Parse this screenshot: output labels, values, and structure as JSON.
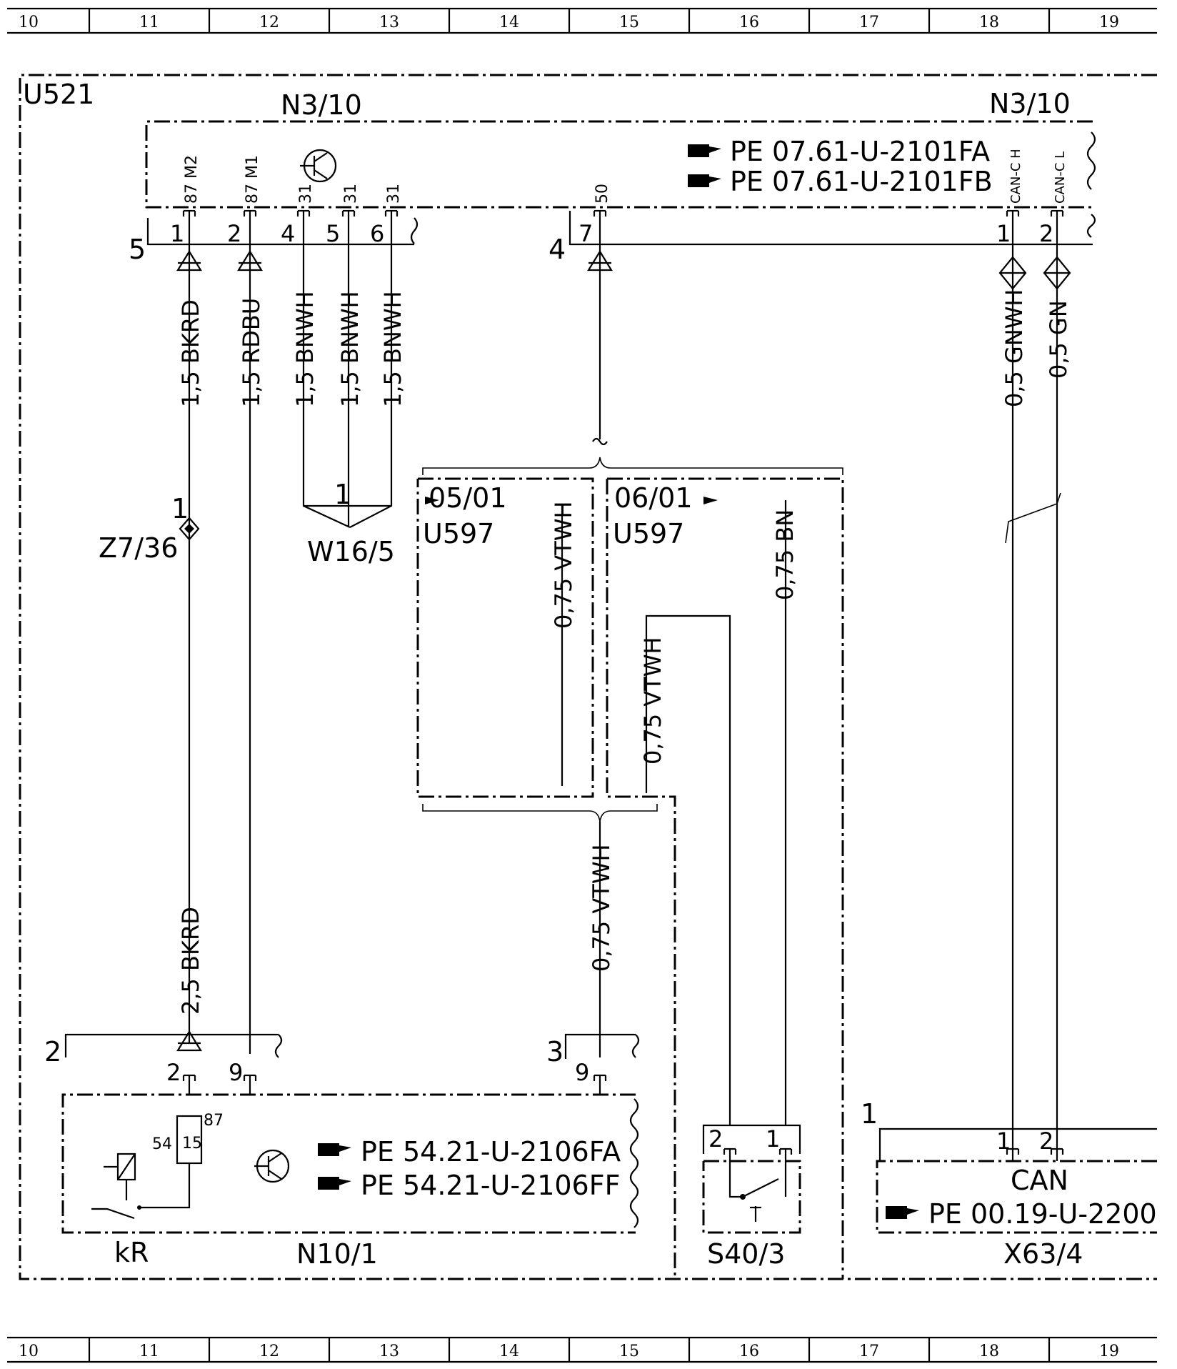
{
  "grid_columns": [
    "10",
    "11",
    "12",
    "13",
    "14",
    "15",
    "16",
    "17",
    "18",
    "19"
  ],
  "frame_label": "U521",
  "top_module": {
    "label_left": "N3/10",
    "label_right": "N3/10",
    "ref_a": "PE  07.61-U-2101FA",
    "ref_b": "PE  07.61-U-2101FB",
    "pin_names": [
      "87 M2",
      "87 M1",
      "31",
      "31",
      "31",
      "50",
      "CAN-C H",
      "CAN-C L"
    ],
    "pin_nums": [
      "1",
      "2",
      "4",
      "5",
      "6",
      "7",
      "1",
      "2"
    ],
    "group_5": "5",
    "group_4": "4"
  },
  "wires": {
    "w1": "1,5  BKRD",
    "w2": "1,5  RDBU",
    "w3": "1,5  BNWH",
    "w4": "1,5  BNWH",
    "w5": "1,5  BNWH",
    "can_h": "0,5  GNWH",
    "can_l": "0,5  GN",
    "w_bottom_bkrd": "2,5  BKRD",
    "vtwh_a": "0,75  VTWH",
    "vtwh_b": "0,75  VTWH",
    "vtwh_c": "0,75  VTWH",
    "bn": "0,75  BN"
  },
  "splice": {
    "pin": "1",
    "label": "Z7/36"
  },
  "ground": {
    "pin": "1",
    "label": "W16/5"
  },
  "u597_left": {
    "ref": "05/01",
    "label": "U597"
  },
  "u597_right": {
    "ref": "06/01",
    "label": "U597"
  },
  "bottom_module": {
    "label": "N10/1",
    "relay_label": "kR",
    "relay_pins": [
      "54",
      "15",
      "87"
    ],
    "ref_a": "PE  54.21-U-2106FA",
    "ref_b": "PE  54.21-U-2106FF",
    "group_2": "2",
    "group_3": "3",
    "pins": [
      "2",
      "9",
      "9"
    ]
  },
  "switch": {
    "label": "S40/3",
    "pins": [
      "2",
      "1"
    ]
  },
  "can_connector": {
    "label": "X63/4",
    "title": "CAN",
    "ref": "PE  00.19-U-2200",
    "group": "1",
    "pins": [
      "1",
      "2"
    ]
  }
}
